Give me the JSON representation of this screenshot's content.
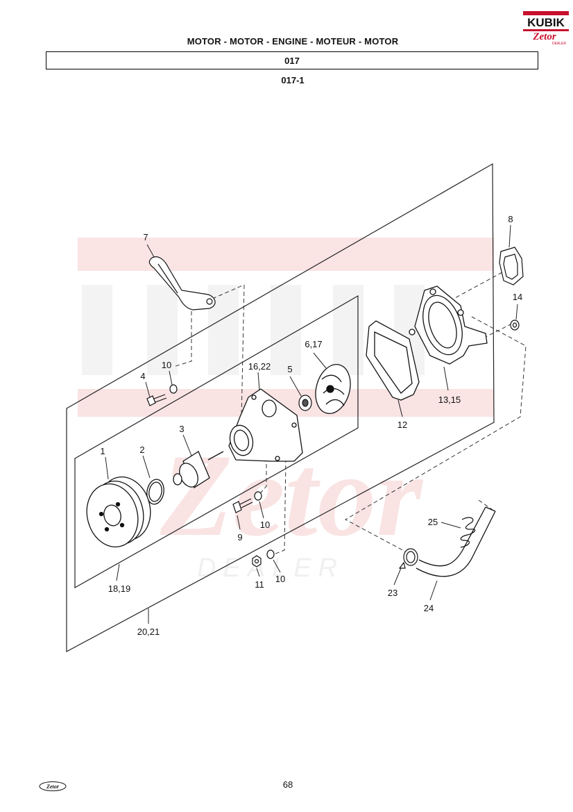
{
  "header": {
    "logo_top": "KUBIK",
    "logo_bottom": "Zetor",
    "logo_sub": "DEALER",
    "title": "MOTOR - MOTOR - ENGINE - MOTEUR - MOTOR",
    "section": "017",
    "subsection": "017-1"
  },
  "watermark": {
    "brand": "Zetor",
    "sub": "DEALER"
  },
  "parts": {
    "p1": "1",
    "p2": "2",
    "p3": "3",
    "p4": "4",
    "p5": "5",
    "p6_17": "6,17",
    "p7": "7",
    "p8": "8",
    "p9": "9",
    "p10a": "10",
    "p10b": "10",
    "p10c": "10",
    "p11": "11",
    "p12": "12",
    "p13_15": "13,15",
    "p14": "14",
    "p16_22": "16,22",
    "p18_19": "18,19",
    "p20_21": "20,21",
    "p23": "23",
    "p24": "24",
    "p25": "25"
  },
  "footer": {
    "page_number": "68",
    "logo": "Zetor"
  }
}
